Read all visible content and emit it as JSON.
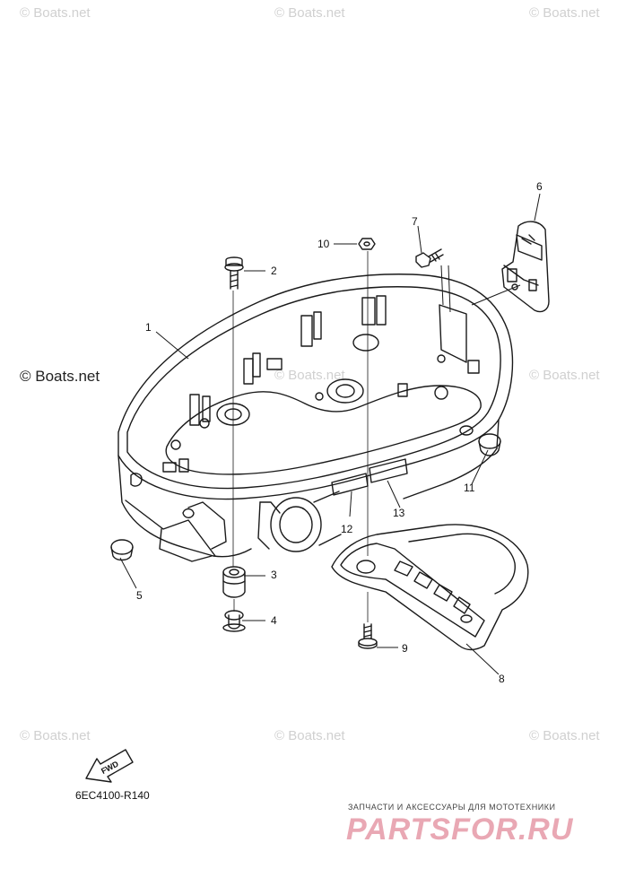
{
  "watermarks": {
    "main": "© Boats.net",
    "faint": "© Boats.net"
  },
  "callouts": [
    "1",
    "2",
    "3",
    "4",
    "5",
    "6",
    "7",
    "8",
    "9",
    "10",
    "11",
    "12",
    "13"
  ],
  "arrow_label": "FWD",
  "part_number": "6EC4100-R140",
  "brand": {
    "tagline": "ЗАПЧАСТИ И АКСЕССУАРЫ ДЛЯ МОТОТЕХНИКИ",
    "logo": "PARTSFOR.RU"
  },
  "colors": {
    "line": "#1a1a1a",
    "watermark": "#d0d0d0",
    "brand": "#e9a8b4"
  }
}
